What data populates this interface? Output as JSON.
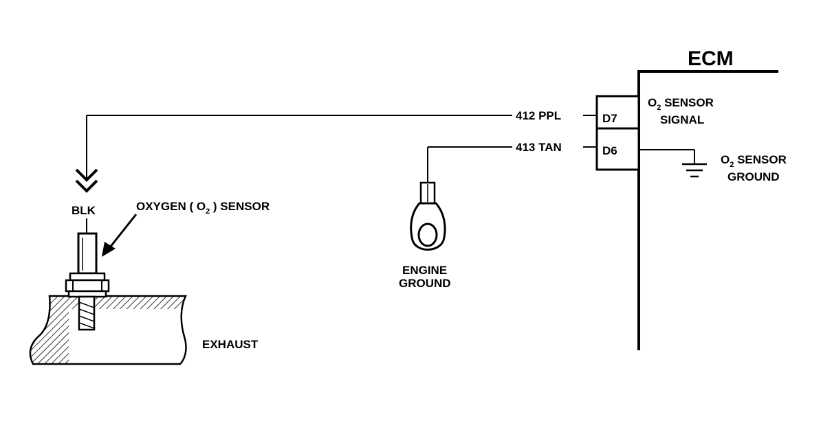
{
  "ecm": {
    "title": "ECM",
    "pin_d7": "D7",
    "pin_d6": "D6",
    "signal_label_o": "O",
    "signal_label_sub": "2",
    "signal_label_rest": " SENSOR",
    "signal_label_line2": "SIGNAL",
    "ground_label_o": "O",
    "ground_label_sub": "2",
    "ground_label_rest": " SENSOR",
    "ground_label_line2": "GROUND"
  },
  "wires": {
    "signal_wire": "412 PPL",
    "ground_wire": "413 TAN"
  },
  "sensor": {
    "connector_color": "BLK",
    "label_part1": "OXYGEN ( O",
    "label_sub": "2",
    "label_part2": " ) SENSOR"
  },
  "engine_ground": {
    "line1": "ENGINE",
    "line2": "GROUND"
  },
  "exhaust": {
    "label": "EXHAUST"
  }
}
